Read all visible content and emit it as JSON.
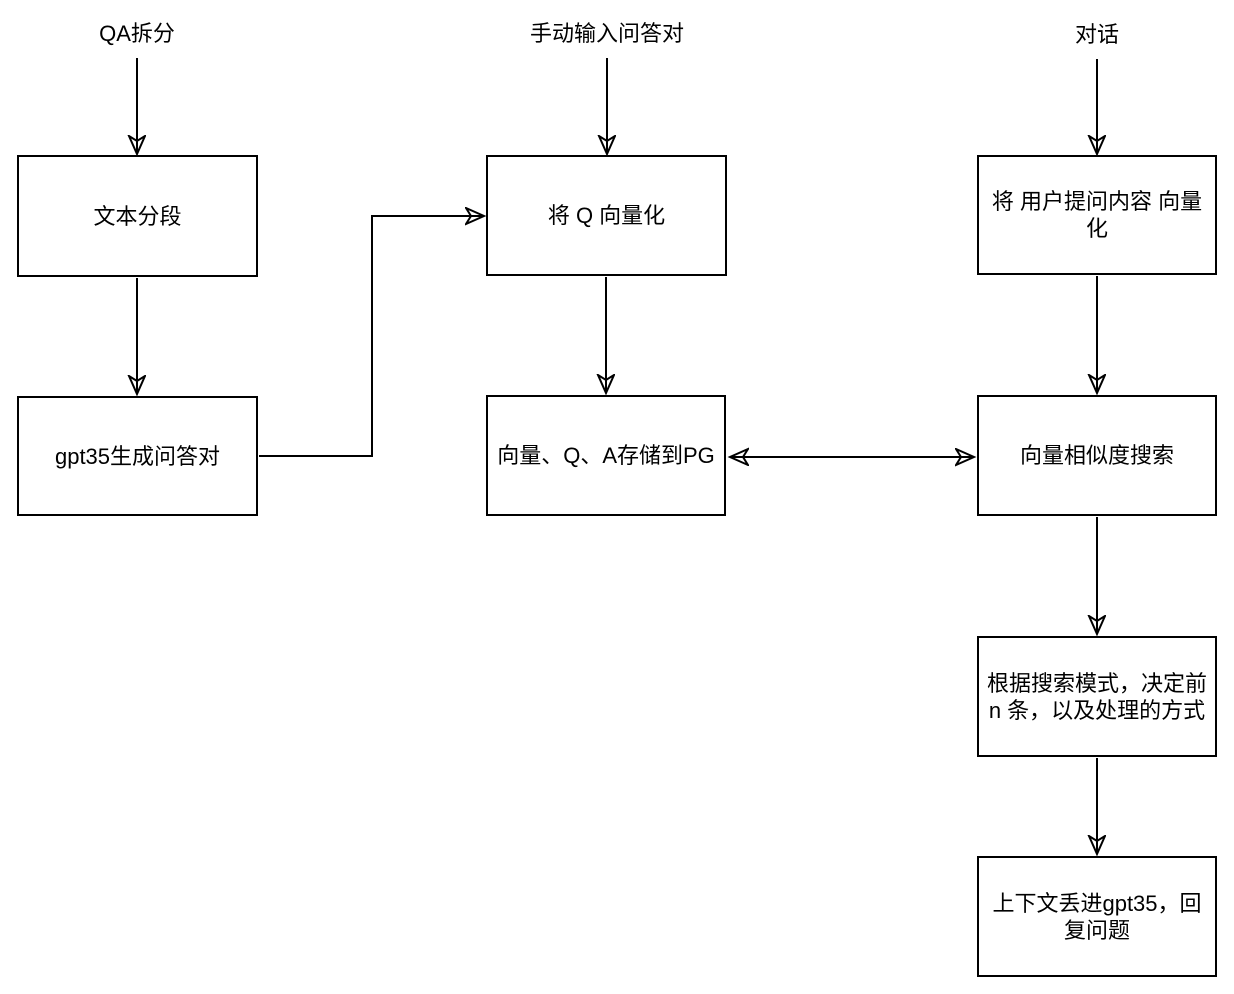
{
  "diagram": {
    "title": "QA vector search flowchart",
    "colors": {
      "background": "#ffffff",
      "stroke": "#000000",
      "node_fill": "#ffffff",
      "text": "#000000"
    },
    "entry_labels": [
      {
        "id": "qa-split",
        "text": "QA拆分"
      },
      {
        "id": "manual-qa-input",
        "text": "手动输入问答对"
      },
      {
        "id": "dialogue",
        "text": "对话"
      }
    ],
    "nodes": [
      {
        "id": "text-segmentation",
        "text": "文本分段"
      },
      {
        "id": "gpt35-generate-qa",
        "text": "gpt35生成问答对"
      },
      {
        "id": "vectorize-q",
        "text": "将 Q 向量化"
      },
      {
        "id": "store-vector-qa-to-pg",
        "text": "向量、Q、A存储到PG"
      },
      {
        "id": "vectorize-user-question",
        "text": "将 用户提问内容 向量化"
      },
      {
        "id": "vector-similarity-search",
        "text": "向量相似度搜索"
      },
      {
        "id": "search-mode-top-n",
        "text": "根据搜索模式，决定前 n 条，以及处理的方式"
      },
      {
        "id": "gpt35-reply",
        "text": "上下文丢进gpt35，回复问题"
      }
    ],
    "edges": [
      {
        "from": "qa-split",
        "to": "text-segmentation",
        "type": "arrow"
      },
      {
        "from": "text-segmentation",
        "to": "gpt35-generate-qa",
        "type": "arrow"
      },
      {
        "from": "gpt35-generate-qa",
        "to": "vectorize-q",
        "type": "elbow-arrow"
      },
      {
        "from": "manual-qa-input",
        "to": "vectorize-q",
        "type": "arrow"
      },
      {
        "from": "vectorize-q",
        "to": "store-vector-qa-to-pg",
        "type": "arrow"
      },
      {
        "from": "store-vector-qa-to-pg",
        "to": "vector-similarity-search",
        "type": "double-arrow"
      },
      {
        "from": "dialogue",
        "to": "vectorize-user-question",
        "type": "arrow"
      },
      {
        "from": "vectorize-user-question",
        "to": "vector-similarity-search",
        "type": "arrow"
      },
      {
        "from": "vector-similarity-search",
        "to": "search-mode-top-n",
        "type": "arrow"
      },
      {
        "from": "search-mode-top-n",
        "to": "gpt35-reply",
        "type": "arrow"
      }
    ]
  }
}
